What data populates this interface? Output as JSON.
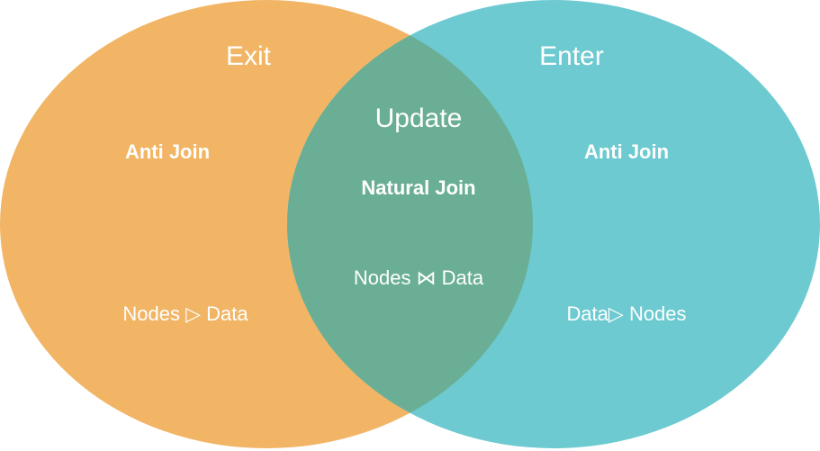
{
  "colors": {
    "exit": "#f1b565",
    "enter": "#6dcad0",
    "overlap": "#6aaf95",
    "text": "#ffffff"
  },
  "exit": {
    "title": "Exit",
    "join": "Anti Join",
    "expression": "Nodes ▷ Data"
  },
  "update": {
    "title": "Update",
    "join": "Natural Join",
    "expression": "Nodes ⋈ Data"
  },
  "enter": {
    "title": "Enter",
    "join": "Anti Join",
    "expression": "Data▷ Nodes"
  }
}
